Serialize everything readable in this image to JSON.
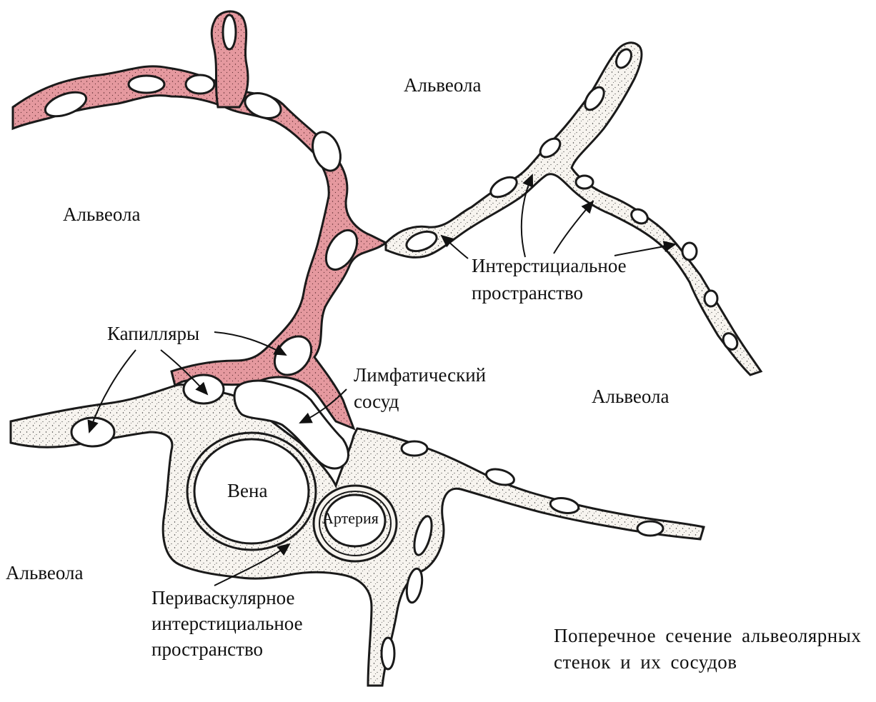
{
  "labels": {
    "alveola_top": "Альвеола",
    "alveola_left": "Альвеола",
    "alveola_right": "Альвеола",
    "alveola_bottom_left": "Альвеола",
    "interstitial_line1": "Интерстициальное",
    "interstitial_line2": "пространство",
    "capillaries": "Капилляры",
    "lymphatic_line1": "Лимфатический",
    "lymphatic_line2": "сосуд",
    "vein": "Вена",
    "artery": "Артерия",
    "perivascular_line1": "Периваскулярное",
    "perivascular_line2": "интерстициальное",
    "perivascular_line3": "пространство",
    "caption_line1": "Поперечное сечение альвеолярных",
    "caption_line2": "стенок и их сосудов"
  },
  "colors": {
    "capillary_wall_fill": "#e7a0a6",
    "interstitium_fill": "#f6f3ee",
    "outline": "#1a1a1a",
    "background": "#ffffff"
  }
}
